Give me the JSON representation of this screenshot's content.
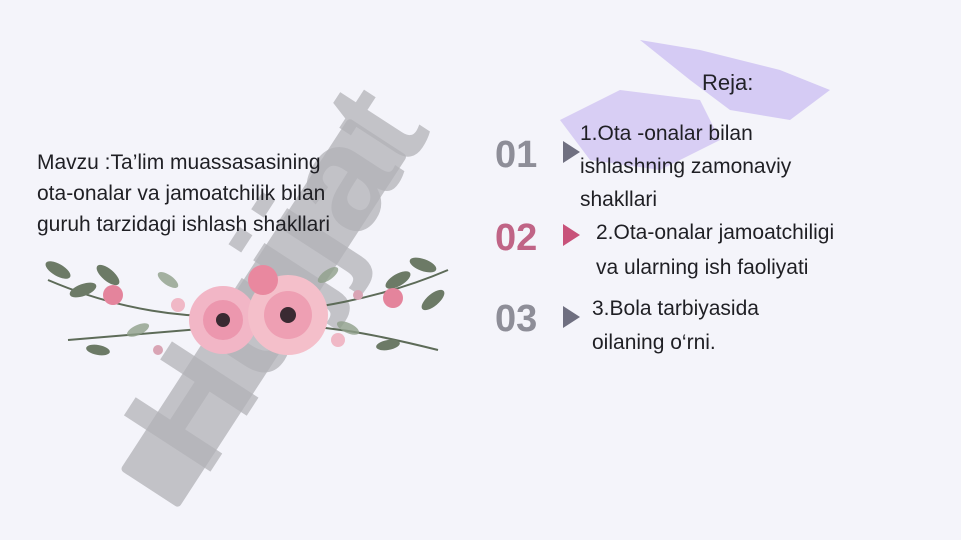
{
  "slide": {
    "topic": "Mavzu :Ta’lim muassasasining\nota-onalar va jamoatchilik bilan\nguruh  tarzidagi ishlash shakllari",
    "plan_title": "Reja:",
    "items": [
      {
        "number": "01",
        "line1": "1.Ota -onalar bilan",
        "line2": "ishlashning zamonaviy",
        "line3": "shakllari",
        "color": "#8e8e98"
      },
      {
        "number": "02",
        "line1": "2.Ota-onalar jamoatchiligi",
        "line2": "va ularning ish faoliyati",
        "color": "#c06486"
      },
      {
        "number": "03",
        "line1": "3.Bola tarbiyasida",
        "line2": "oilaning o‘rni.",
        "color": "#8e8e98"
      }
    ],
    "arrow_colors": [
      "#6f6f80",
      "#c8527a",
      "#6f6f80"
    ]
  },
  "decor": {
    "watermark_text": "Hujjat",
    "flower_icon": "flower-wreath",
    "accent_lavender": "#cfc2f2",
    "accent_grey": "#b8b8bc"
  }
}
